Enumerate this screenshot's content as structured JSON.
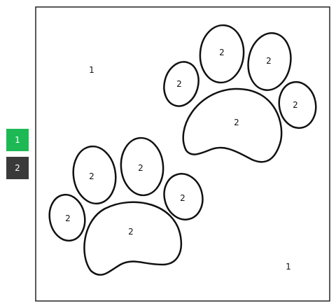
{
  "palette": [
    {
      "label": "1",
      "color": "#1db954"
    },
    {
      "label": "2",
      "color": "#3a3a3a"
    }
  ],
  "canvas": {
    "background_label": "1",
    "background_label_2": "1",
    "paw_top_right": {
      "pad_label": "2",
      "toe1_label": "2",
      "toe2_label": "2",
      "toe3_label": "2",
      "toe4_label": "2"
    },
    "paw_bottom_left": {
      "pad_label": "2",
      "toe1_label": "2",
      "toe2_label": "2",
      "toe3_label": "2",
      "toe4_label": "2"
    }
  }
}
